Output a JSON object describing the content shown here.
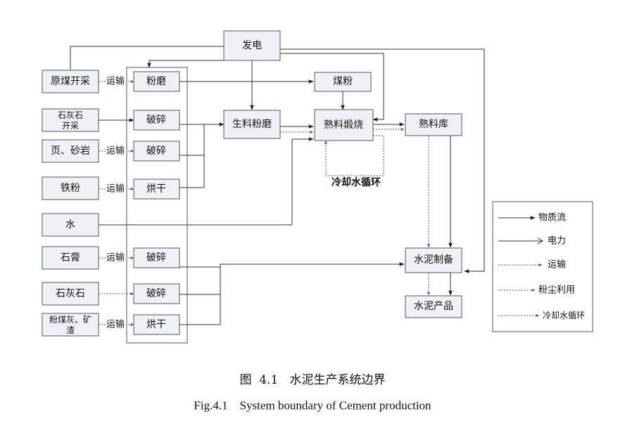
{
  "nodes": {
    "power": "发电",
    "raw_coal": "原煤开采",
    "limestone_mining": [
      "石灰石",
      "开采"
    ],
    "shale": "页、砂岩",
    "iron_powder": "铁粉",
    "water": "水",
    "gypsum": "石膏",
    "limestone": "石灰石",
    "flyash": [
      "粉煤灰、矿",
      "渣"
    ],
    "grind": "粉磨",
    "crush1": "破碎",
    "crush2": "破碎",
    "dry1": "烘干",
    "crush3": "破碎",
    "crush4": "破碎",
    "dry2": "烘干",
    "coal_powder": "煤粉",
    "raw_meal_grinding": "生料粉磨",
    "clinker_calcination": "熟料煅烧",
    "clinker_store": "熟料库",
    "cement_prep": "水泥制备",
    "cement_product": "水泥产品"
  },
  "transport_label": "运输",
  "cooling_label": "冷却水循环",
  "legend": {
    "items": [
      {
        "label": "物质流"
      },
      {
        "label": "电力"
      },
      {
        "label": "运输"
      },
      {
        "label": "粉尘利用"
      },
      {
        "label": "冷却水循环"
      }
    ]
  },
  "caption": {
    "cn": "图  4.1   水泥生产系统边界",
    "en": "Fig.4.1    System boundary of Cement production"
  }
}
